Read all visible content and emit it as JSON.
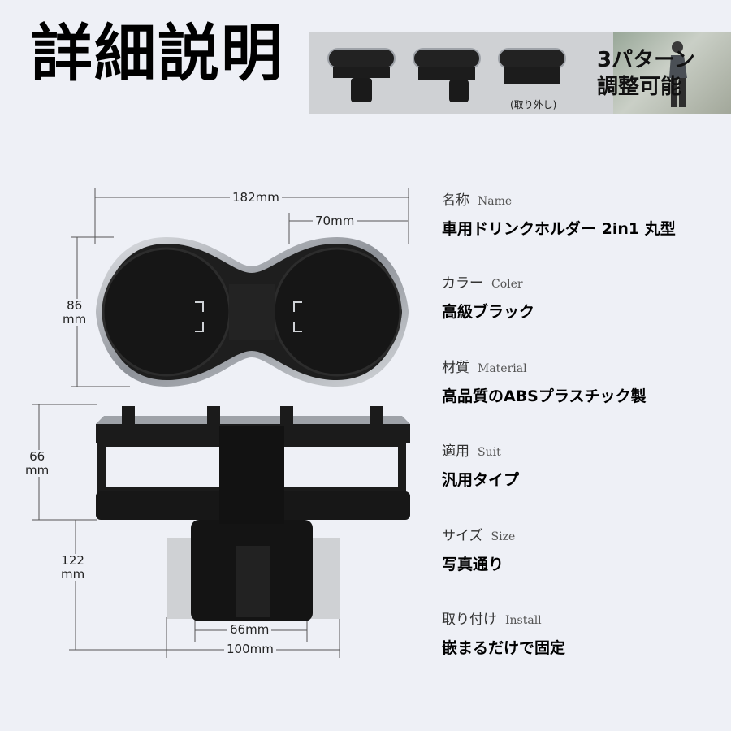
{
  "title": "詳細説明",
  "banner": {
    "badge_line1": "3パターン",
    "badge_line2": "調整可能",
    "removable_note": "(取り外し)"
  },
  "dimensions": {
    "width_total": "182mm",
    "width_cup": "70mm",
    "height_top": "86\nmm",
    "height_upper": "66\nmm",
    "height_lower": "122\nmm",
    "base_inner": "66mm",
    "base_outer": "100mm"
  },
  "specs": [
    {
      "label": "名称",
      "label_en": "Name",
      "value": "車用ドリンクホルダー 2in1 丸型"
    },
    {
      "label": "カラー",
      "label_en": "Coler",
      "value": "高級ブラック"
    },
    {
      "label": "材質",
      "label_en": "Material",
      "value": "高品質のABSプラスチック製"
    },
    {
      "label": "適用",
      "label_en": "Suit",
      "value": "汎用タイプ"
    },
    {
      "label": "サイズ",
      "label_en": "Size",
      "value": "写真通り"
    },
    {
      "label": "取り付け",
      "label_en": "Install",
      "value": "嵌まるだけで固定"
    }
  ],
  "colors": {
    "background": "#eef0f6",
    "product_black": "#1a1a1a",
    "silver_rim": "#b8bcc2"
  }
}
